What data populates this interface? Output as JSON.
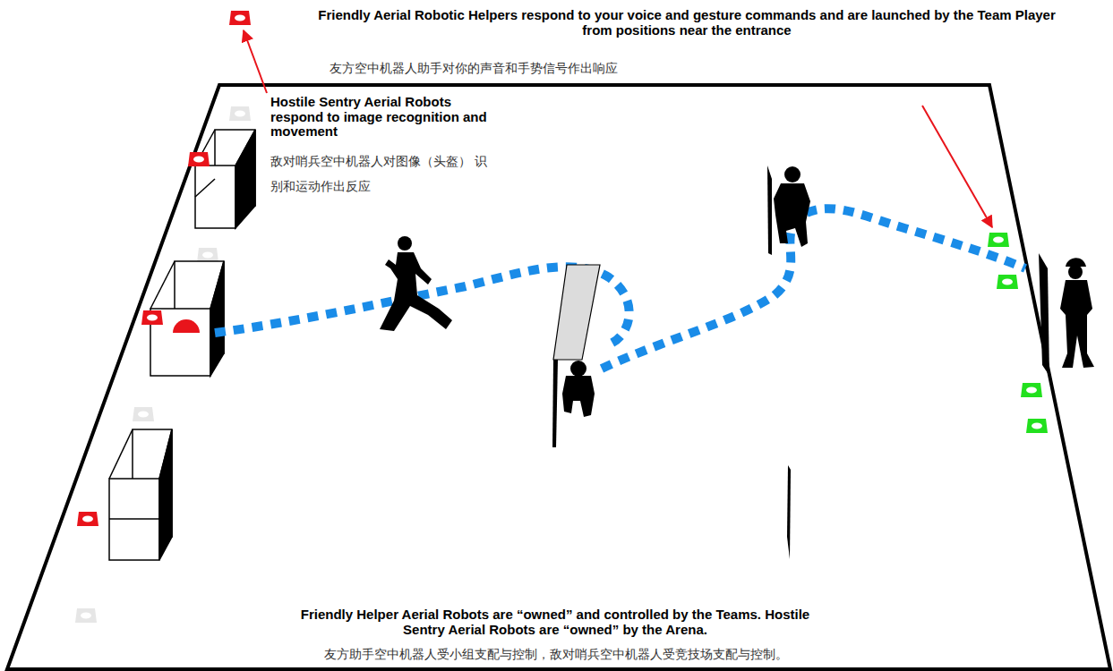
{
  "diagram": {
    "labels": [
      "Friendly Aerial Robotic Helpers respond to your voice and gesture commands and are launched by the Team Player from positions near the entrance",
      "友方空中机器人助手对你的声音和手势信号作出响应",
      "Hostile Sentry Aerial Robots respond to image recognition and movement",
      "敌对哨兵空中机器人对图像（头盔） 识别和运动作出反应",
      "Friendly Helper Aerial Robots are “owned” and controlled by the Teams. Hostile Sentry Aerial Robots are “owned” by the Arena.",
      "友方助手空中机器人受小组支配与控制，敌对哨兵空中机器人受竞技场支配与控制。"
    ]
  }
}
